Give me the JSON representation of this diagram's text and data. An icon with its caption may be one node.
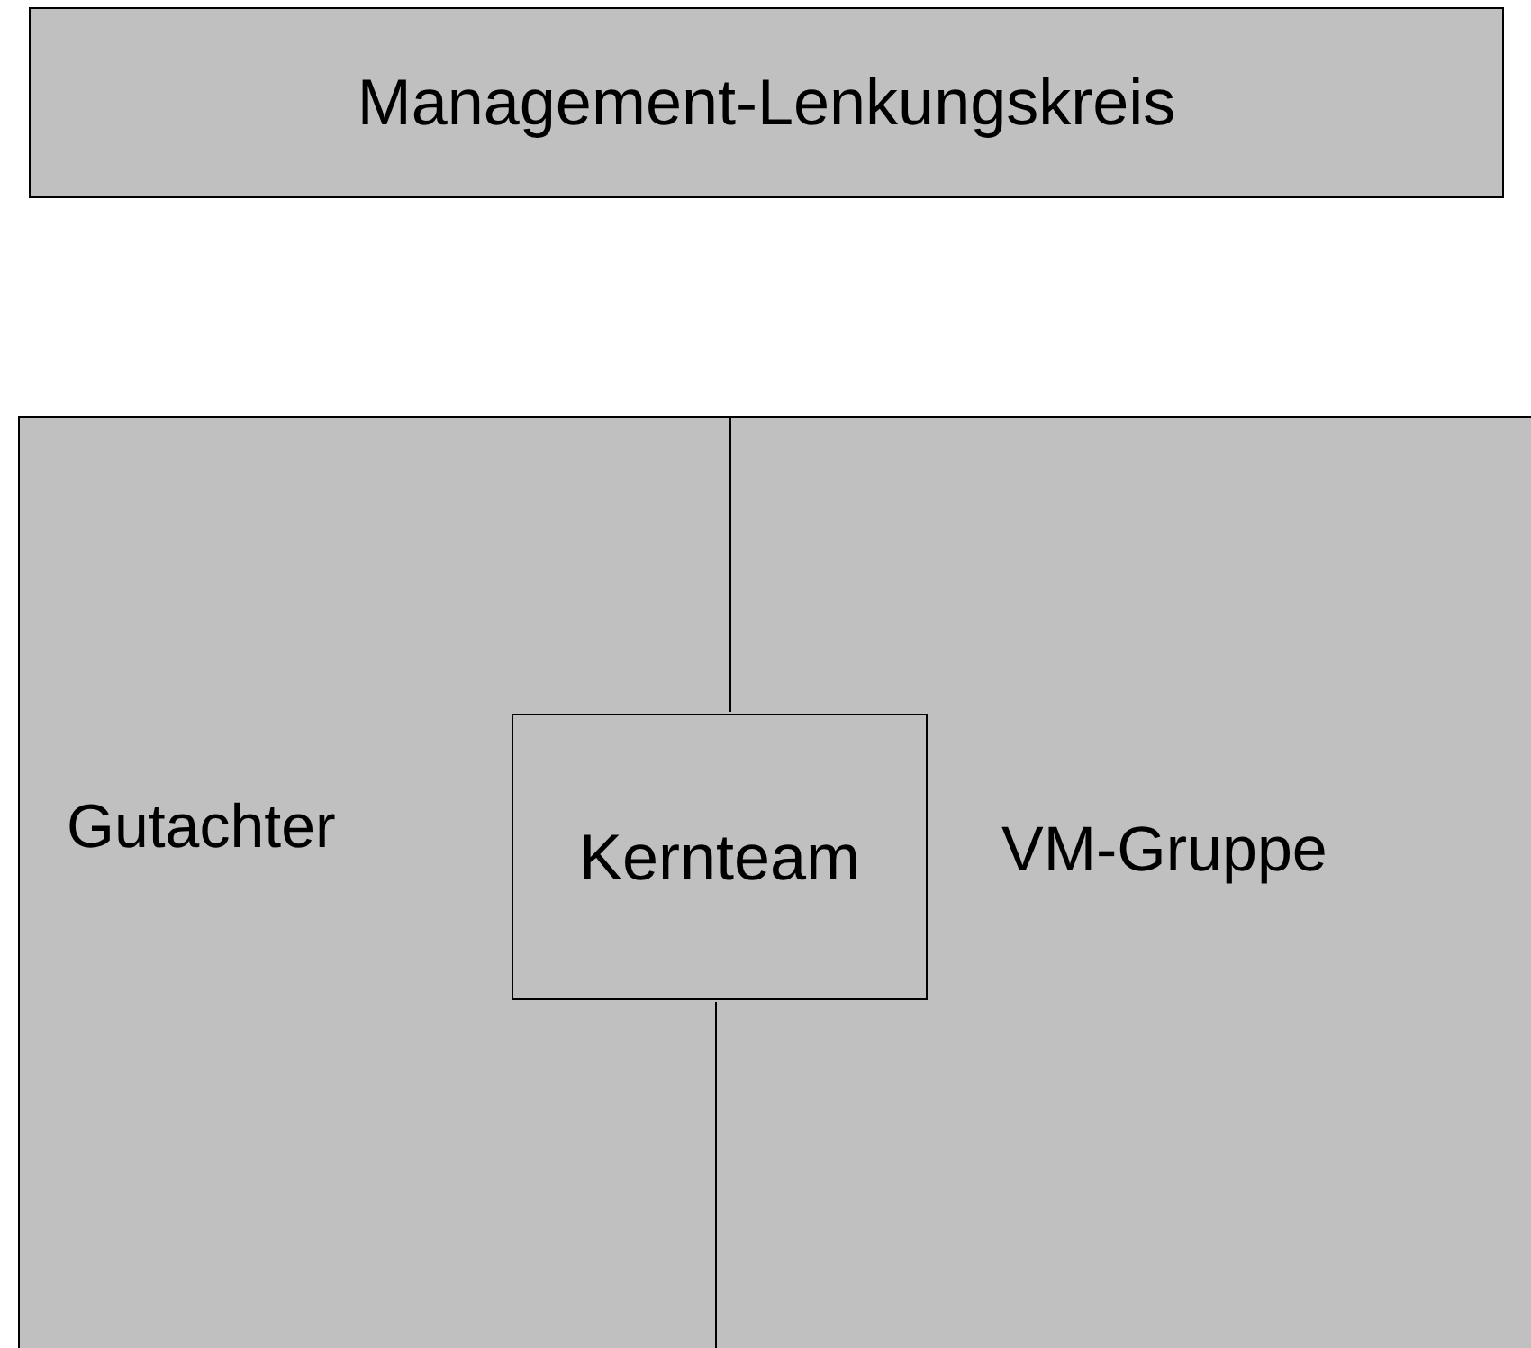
{
  "diagram": {
    "nodes": [
      {
        "text": [
          "Management-Lenkungskreis"
        ]
      },
      {
        "text": [
          "Gutachter"
        ]
      },
      {
        "text": [
          "VM-Gruppe"
        ]
      },
      {
        "text": [
          "Kernteam"
        ]
      }
    ]
  }
}
